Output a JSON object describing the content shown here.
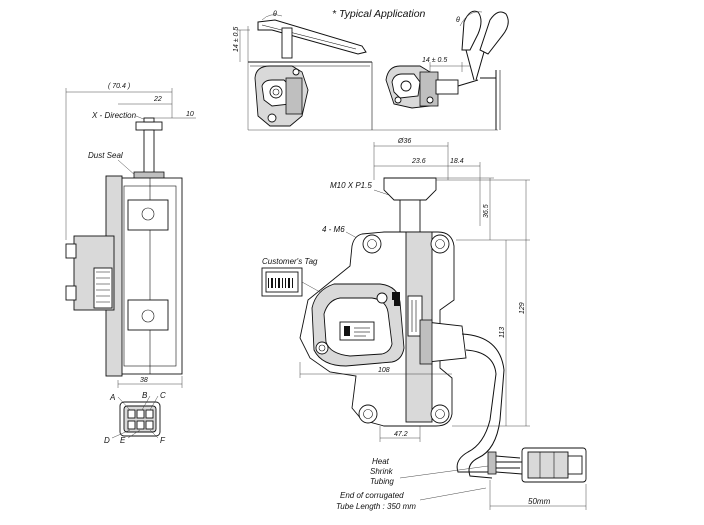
{
  "title": "* Typical Application",
  "dimensions": {
    "overall_width": "( 70.4 )",
    "shaft_offset": "22",
    "x_offset": "10",
    "side_depth": "38",
    "app_height_left": "14 ± 0.5",
    "app_height_right": "14 ± 0.5",
    "diameter": "Ø36",
    "d236": "23.6",
    "d184": "18.4",
    "d365": "36.5",
    "d113": "113",
    "d129": "129",
    "d108": "108",
    "d472": "47.2",
    "d50": "50mm"
  },
  "labels": {
    "x_direction": "X - Direction",
    "dust_seal": "Dust Seal",
    "thread": "M10 X P1.5",
    "mount_holes": "4 - M6",
    "customer_tag": "Customer's Tag",
    "heat_shrink_1": "Heat",
    "heat_shrink_2": "Shrink",
    "heat_shrink_3": "Tubing",
    "corrugated_1": "End of corrugated",
    "corrugated_2": "Tube Length : 350 mm",
    "angle_theta_left": "θ",
    "angle_theta_right": "θ"
  },
  "pins": {
    "a": "A",
    "b": "B",
    "c": "C",
    "d": "D",
    "e": "E",
    "f": "F"
  }
}
